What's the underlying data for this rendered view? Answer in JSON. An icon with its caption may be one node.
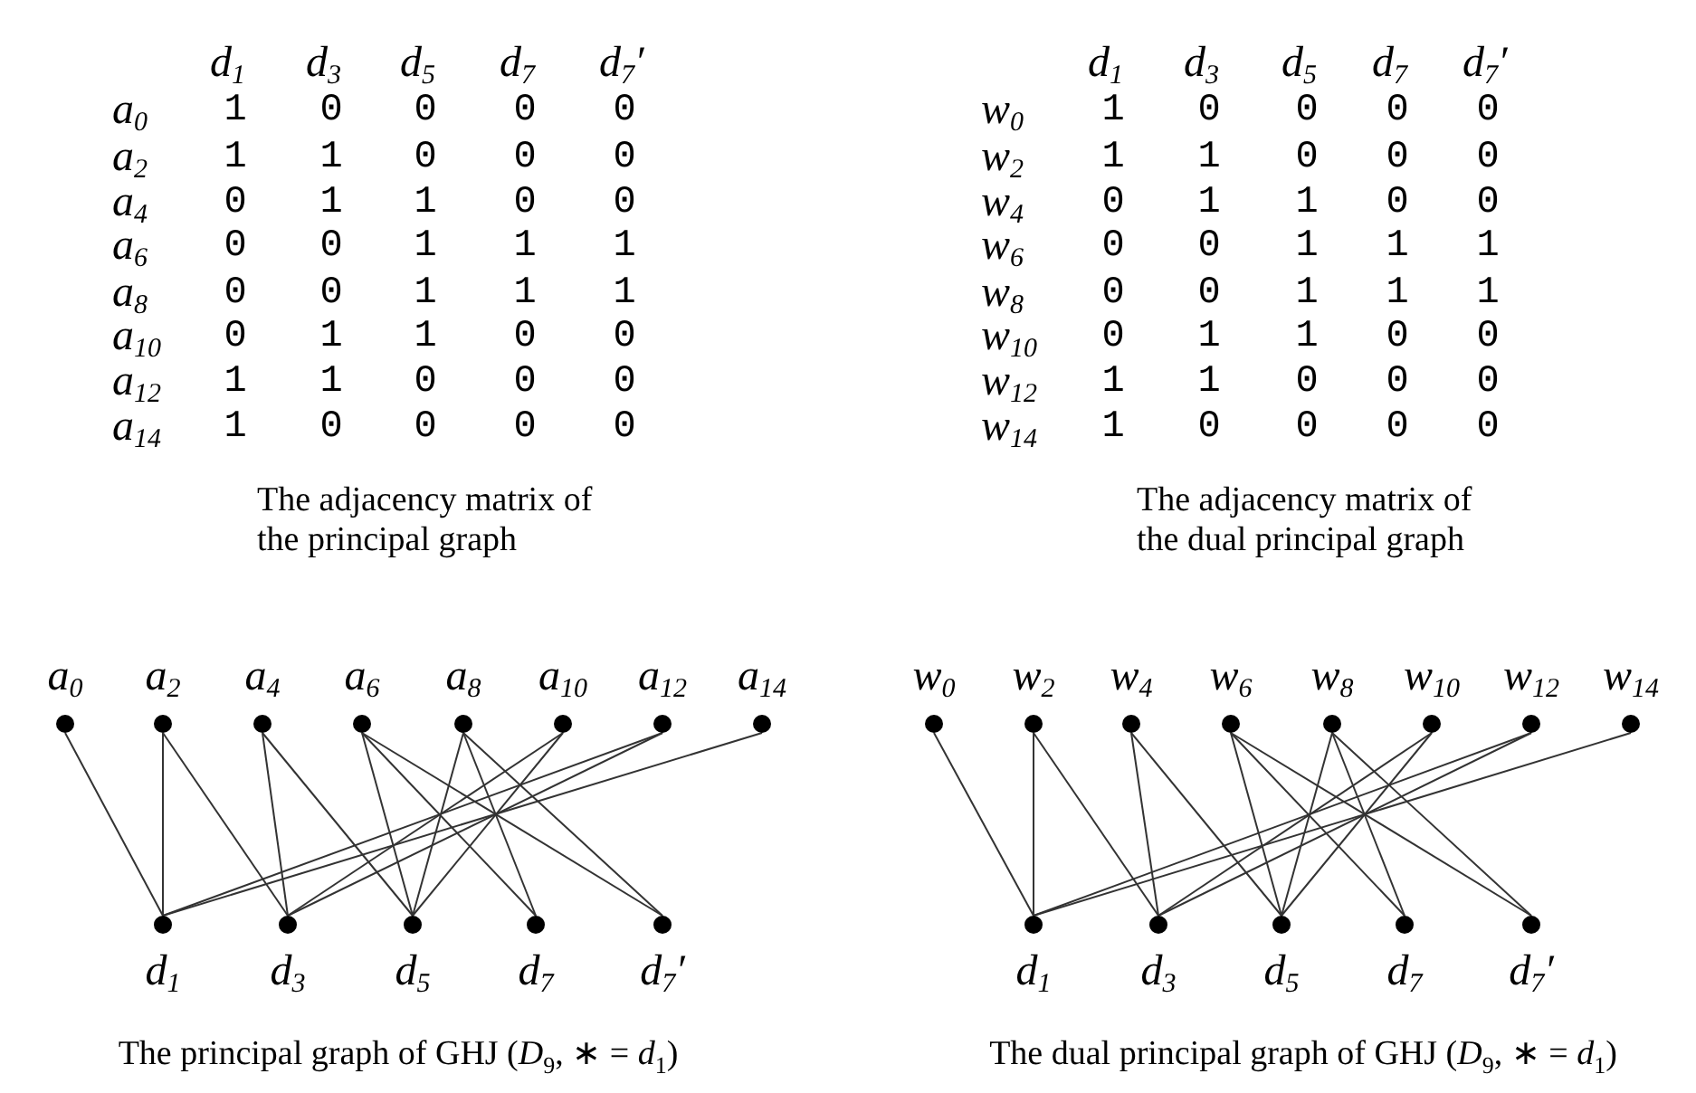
{
  "diagram": {
    "nodes": [
      {
        "text": [
          "a$_{0}$"
        ]
      },
      {
        "text": [
          "a$_{2}$"
        ]
      },
      {
        "text": [
          "a$_{4}$"
        ]
      },
      {
        "text": [
          "a$_{6}$"
        ]
      },
      {
        "text": [
          "a$_{8}$"
        ]
      },
      {
        "text": [
          "a$_{10}$"
        ]
      },
      {
        "text": [
          "a$_{12}$"
        ]
      },
      {
        "text": [
          "a$_{14}$"
        ]
      },
      {
        "text": [
          "d$_{1}$"
        ]
      },
      {
        "text": [
          "d$_{3}$"
        ]
      },
      {
        "text": [
          "d$_{5}$"
        ]
      },
      {
        "text": [
          "d$_{7}$"
        ]
      },
      {
        "text": [
          "d$_{7}$′"
        ]
      },
      {
        "text": [
          "w$_{0}$"
        ]
      },
      {
        "text": [
          "w$_{2}$"
        ]
      },
      {
        "text": [
          "w$_{4}$"
        ]
      },
      {
        "text": [
          "w$_{6}$"
        ]
      },
      {
        "text": [
          "w$_{8}$"
        ]
      },
      {
        "text": [
          "w$_{10}$"
        ]
      },
      {
        "text": [
          "w$_{12}$"
        ]
      },
      {
        "text": [
          "w$_{14}$"
        ]
      },
      {
        "text": [
          "d$_{1}$"
        ]
      },
      {
        "text": [
          "d$_{3}$"
        ]
      },
      {
        "text": [
          "d$_{5}$"
        ]
      },
      {
        "text": [
          "d$_{7}$"
        ]
      },
      {
        "text": [
          "d$_{7}$′"
        ]
      }
    ],
    "edges": [
      {
        "from": 0,
        "to": 8,
        "arrow": "none"
      },
      {
        "from": 1,
        "to": 8,
        "arrow": "none"
      },
      {
        "from": 1,
        "to": 9,
        "arrow": "none"
      },
      {
        "from": 2,
        "to": 9,
        "arrow": "none"
      },
      {
        "from": 2,
        "to": 10,
        "arrow": "none"
      },
      {
        "from": 3,
        "to": 10,
        "arrow": "none"
      },
      {
        "from": 3,
        "to": 11,
        "arrow": "none"
      },
      {
        "from": 3,
        "to": 12,
        "arrow": "none"
      },
      {
        "from": 4,
        "to": 10,
        "arrow": "none"
      },
      {
        "from": 4,
        "to": 11,
        "arrow": "none"
      },
      {
        "from": 4,
        "to": 12,
        "arrow": "none"
      },
      {
        "from": 5,
        "to": 9,
        "arrow": "none"
      },
      {
        "from": 5,
        "to": 10,
        "arrow": "none"
      },
      {
        "from": 6,
        "to": 8,
        "arrow": "none"
      },
      {
        "from": 6,
        "to": 9,
        "arrow": "none"
      },
      {
        "from": 7,
        "to": 8,
        "arrow": "none"
      },
      {
        "from": 13,
        "to": 21,
        "arrow": "none"
      },
      {
        "from": 14,
        "to": 21,
        "arrow": "none"
      },
      {
        "from": 14,
        "to": 22,
        "arrow": "none"
      },
      {
        "from": 15,
        "to": 22,
        "arrow": "none"
      },
      {
        "from": 15,
        "to": 23,
        "arrow": "none"
      },
      {
        "from": 16,
        "to": 23,
        "arrow": "none"
      },
      {
        "from": 16,
        "to": 24,
        "arrow": "none"
      },
      {
        "from": 16,
        "to": 25,
        "arrow": "none"
      },
      {
        "from": 17,
        "to": 23,
        "arrow": "none"
      },
      {
        "from": 17,
        "to": 24,
        "arrow": "none"
      },
      {
        "from": 17,
        "to": 25,
        "arrow": "none"
      },
      {
        "from": 18,
        "to": 22,
        "arrow": "none"
      },
      {
        "from": 18,
        "to": 23,
        "arrow": "none"
      },
      {
        "from": 19,
        "to": 21,
        "arrow": "none"
      },
      {
        "from": 19,
        "to": 22,
        "arrow": "none"
      },
      {
        "from": 20,
        "to": 21,
        "arrow": "none"
      }
    ],
    "labels": [
      "d$_{1}$",
      "d$_{3}$",
      "d$_{5}$",
      "d$_{7}$",
      "d$_{7}$′",
      "a$_{0}$",
      "1",
      "0",
      "0",
      "0",
      "0",
      "a$_{2}$",
      "1",
      "1",
      "0",
      "0",
      "0",
      "a$_{4}$",
      "0",
      "1",
      "1",
      "0",
      "0",
      "a$_{6}$",
      "0",
      "0",
      "1",
      "1",
      "1",
      "a$_{8}$",
      "0",
      "0",
      "1",
      "1",
      "1",
      "a$_{10}$",
      "0",
      "1",
      "1",
      "0",
      "0",
      "a$_{12}$",
      "1",
      "1",
      "0",
      "0",
      "0",
      "a$_{14}$",
      "1",
      "0",
      "0",
      "0",
      "0",
      "The adjacency matrix of the principal graph",
      "d$_{1}$",
      "d$_{3}$",
      "d$_{5}$",
      "d$_{7}$",
      "d$_{7}$′",
      "w$_{0}$",
      "1",
      "0",
      "0",
      "0",
      "0",
      "w$_{2}$",
      "1",
      "1",
      "0",
      "0",
      "0",
      "w$_{4}$",
      "0",
      "1",
      "1",
      "0",
      "0",
      "w$_{6}$",
      "0",
      "0",
      "1",
      "1",
      "1",
      "w$_{8}$",
      "0",
      "0",
      "1",
      "1",
      "1",
      "w$_{10}$",
      "0",
      "1",
      "1",
      "0",
      "0",
      "w$_{12}$",
      "1",
      "1",
      "0",
      "0",
      "0",
      "w$_{14}$",
      "1",
      "0",
      "0",
      "0",
      "0",
      "The adjacency matrix of the dual principal graph",
      "The principal graph of GHJ (*D*$_{9}$, ∗ = *d*$_{1}$)",
      "The dual principal graph of GHJ (*D*$_{9}$, ∗ = *d*$_{1}$)"
    ]
  }
}
